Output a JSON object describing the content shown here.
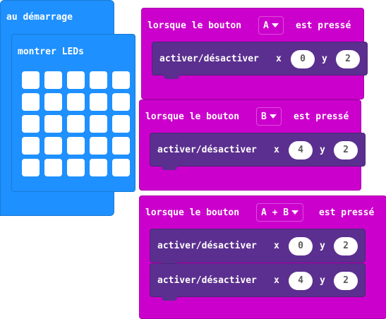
{
  "on_start": {
    "label": "au démarrage",
    "show_leds": {
      "label": "montrer LEDs",
      "leds": [
        [
          false,
          false,
          false,
          false,
          false
        ],
        [
          false,
          false,
          false,
          false,
          false
        ],
        [
          false,
          false,
          false,
          false,
          false
        ],
        [
          false,
          false,
          false,
          false,
          false
        ],
        [
          false,
          false,
          false,
          false,
          false
        ]
      ]
    }
  },
  "events": [
    {
      "prefix": "lorsque le bouton",
      "button": "A",
      "suffix": "est pressé",
      "statements": [
        {
          "label": "activer/désactiver",
          "x_label": "x",
          "x": "0",
          "y_label": "y",
          "y": "2"
        }
      ]
    },
    {
      "prefix": "lorsque le bouton",
      "button": "B",
      "suffix": "est pressé",
      "statements": [
        {
          "label": "activer/désactiver",
          "x_label": "x",
          "x": "4",
          "y_label": "y",
          "y": "2"
        }
      ]
    },
    {
      "prefix": "lorsque le bouton",
      "button": "A + B",
      "suffix": "est pressé",
      "statements": [
        {
          "label": "activer/désactiver",
          "x_label": "x",
          "x": "0",
          "y_label": "y",
          "y": "2"
        },
        {
          "label": "activer/désactiver",
          "x_label": "x",
          "x": "4",
          "y_label": "y",
          "y": "2"
        }
      ]
    }
  ],
  "colors": {
    "basic": "#1e90ff",
    "input": "#cc00cc",
    "led": "#5b2f8f"
  }
}
